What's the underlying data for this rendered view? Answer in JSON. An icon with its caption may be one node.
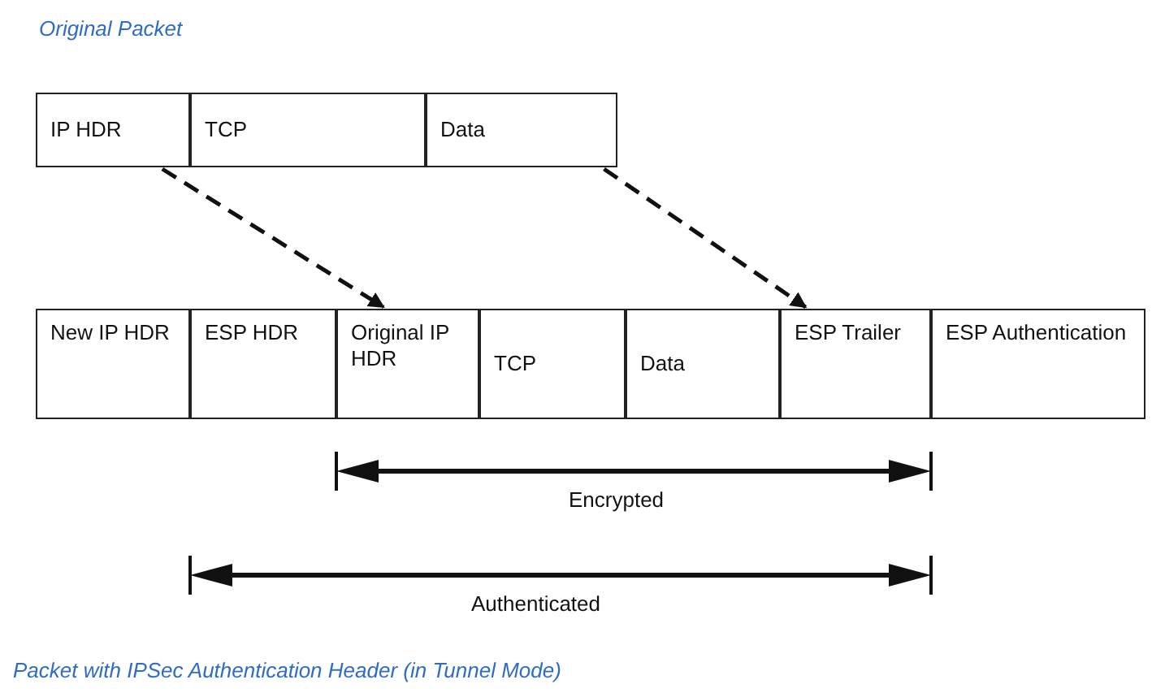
{
  "diagram": {
    "caption": "Packet with IPSec Authentication Header (in Tunnel Mode)",
    "nodes": [
      {
        "text": [
          "IP HDR"
        ]
      },
      {
        "text": [
          "TCP"
        ]
      },
      {
        "text": [
          "Data"
        ]
      },
      {
        "text": [
          "New IP HDR"
        ]
      },
      {
        "text": [
          "ESP HDR"
        ]
      },
      {
        "text": [
          "Original IP HDR"
        ]
      },
      {
        "text": [
          "TCP"
        ]
      },
      {
        "text": [
          "Data"
        ]
      },
      {
        "text": [
          "ESP Trailer"
        ]
      },
      {
        "text": [
          "ESP Authentication"
        ]
      }
    ],
    "edges": [
      {
        "from": 0,
        "to": 5,
        "arrow": "to",
        "style": "dashed"
      },
      {
        "from": 2,
        "to": 8,
        "arrow": "to",
        "style": "dashed"
      }
    ],
    "labels": [
      "Original Packet",
      "Encrypted",
      "Authenticated"
    ]
  }
}
